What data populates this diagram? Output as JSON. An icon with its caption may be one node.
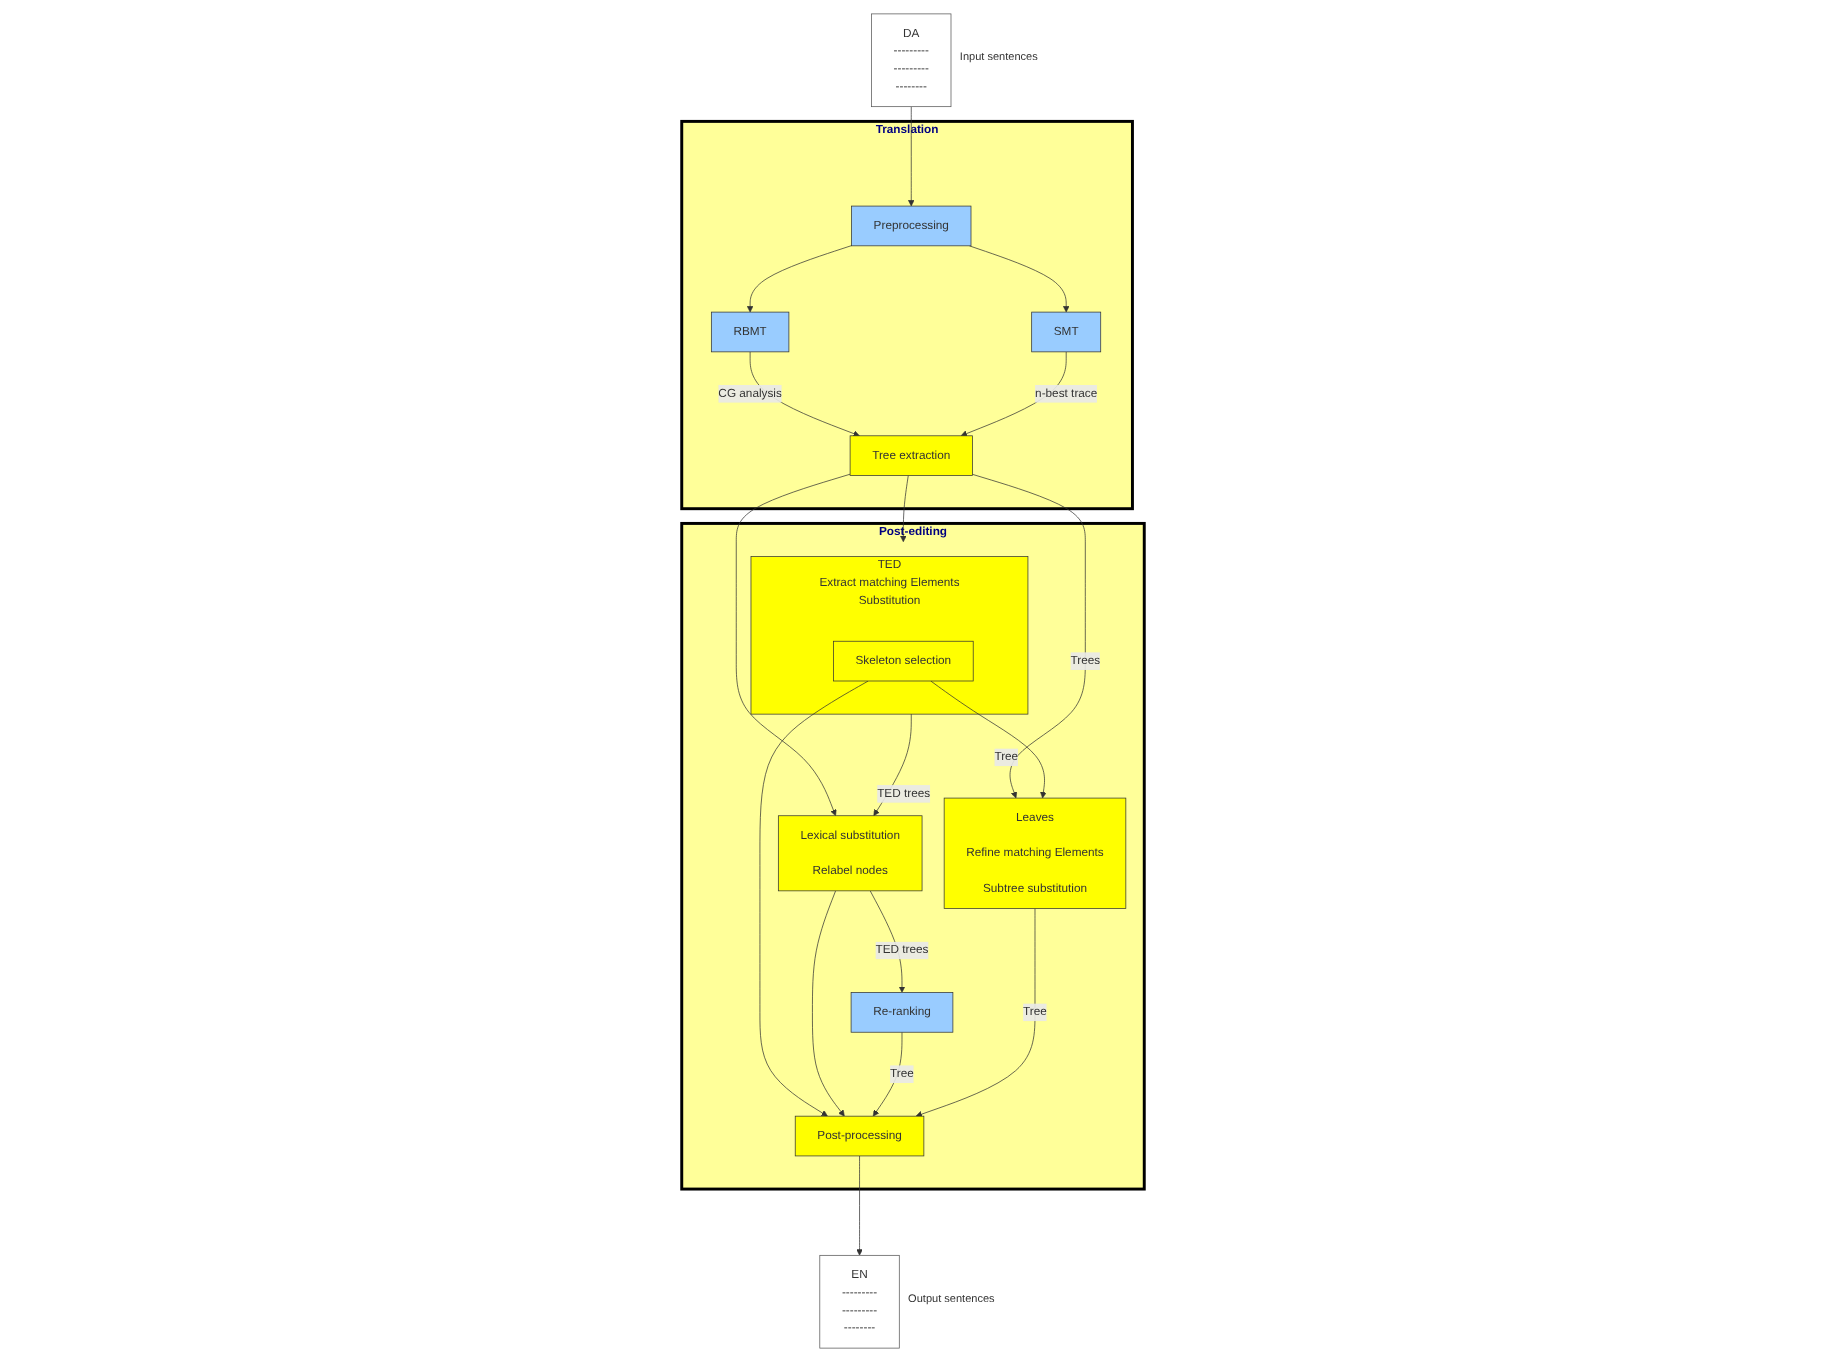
{
  "diagram": {
    "nodes": [
      {
        "text": [
          "Translation"
        ]
      },
      {
        "text": [
          "RBMT"
        ],
        "in": 0
      },
      {
        "text": [
          "Preprocessing"
        ],
        "in": 0
      },
      {
        "text": [
          "Tree extraction"
        ],
        "in": 0
      },
      {
        "text": [
          "SMT"
        ],
        "in": 0
      },
      {
        "text": [
          "DA",
          "---------",
          "---------",
          "--------"
        ],
        "beside": [
          "Input sentences"
        ]
      },
      {
        "text": [
          "Post-editing"
        ]
      },
      {
        "text": [
          "Leaves",
          "Refine matching Elements",
          "Subtree substitution"
        ],
        "in": 6
      },
      {
        "text": [
          "TED",
          "Extract matching Elements",
          "Substitution"
        ],
        "in": 6
      },
      {
        "text": [
          "Skeleton selection"
        ],
        "in": 8
      },
      {
        "text": [
          "Lexical substitution",
          "Relabel nodes"
        ],
        "in": 6
      },
      {
        "text": [
          "Re-ranking"
        ],
        "in": 6
      },
      {
        "text": [
          "Post-processing"
        ],
        "in": 6
      },
      {
        "text": [
          "EN",
          "---------",
          "---------",
          "--------"
        ],
        "beside": [
          "Output sentences"
        ]
      }
    ],
    "edges": [
      {
        "from": 5,
        "to": 2,
        "arrow": "to"
      },
      {
        "from": 2,
        "to": 1,
        "arrow": "to"
      },
      {
        "from": 2,
        "to": 4,
        "arrow": "to"
      },
      {
        "from": 1,
        "to": 3,
        "arrow": "to",
        "label": "CG analysis"
      },
      {
        "from": 4,
        "to": 3,
        "arrow": "to",
        "label": "n-best trace"
      },
      {
        "from": 3,
        "to": 7,
        "arrow": "to",
        "label": "Trees"
      },
      {
        "from": 3,
        "to": 8,
        "arrow": "to"
      },
      {
        "from": 3,
        "to": 10,
        "arrow": "to"
      },
      {
        "from": 9,
        "to": 7,
        "arrow": "to",
        "label": "Tree"
      },
      {
        "from": 9,
        "to": 12,
        "arrow": "to"
      },
      {
        "from": 8,
        "to": 10,
        "arrow": "to",
        "label": "TED trees"
      },
      {
        "from": 10,
        "to": 11,
        "arrow": "to",
        "label": "TED trees"
      },
      {
        "from": 10,
        "to": 12,
        "arrow": "to"
      },
      {
        "from": 11,
        "to": 12,
        "arrow": "to",
        "label": "Tree"
      },
      {
        "from": 7,
        "to": 12,
        "arrow": "to",
        "label": "Tree"
      },
      {
        "from": 12,
        "to": 13,
        "arrow": "to"
      }
    ]
  }
}
